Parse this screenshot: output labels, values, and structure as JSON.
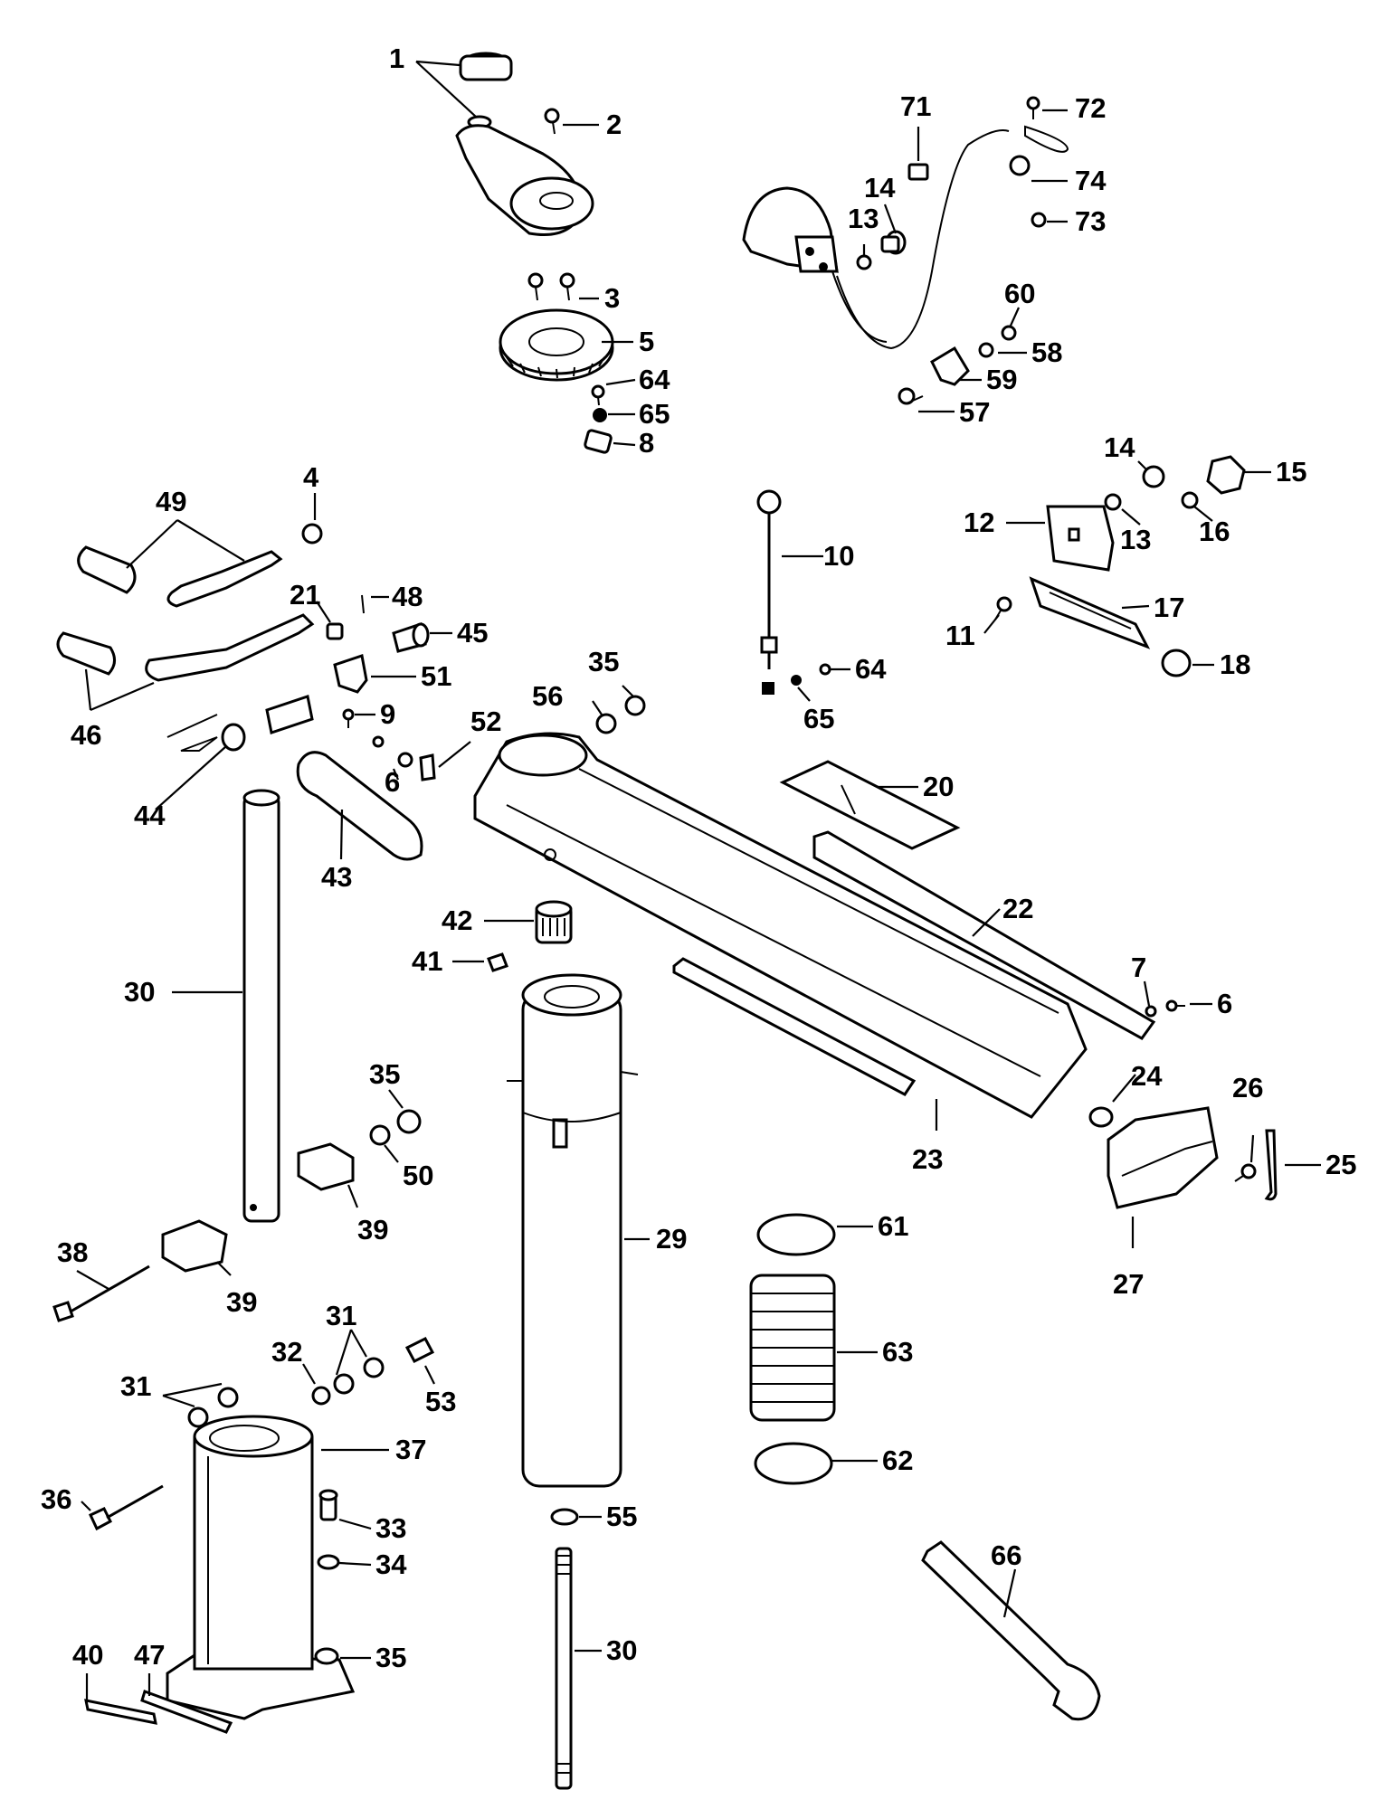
{
  "diagram": {
    "labels": [
      {
        "id": "1",
        "text": "1"
      },
      {
        "id": "2",
        "text": "2"
      },
      {
        "id": "3",
        "text": "3"
      },
      {
        "id": "5",
        "text": "5"
      },
      {
        "id": "64a",
        "text": "64"
      },
      {
        "id": "65a",
        "text": "65"
      },
      {
        "id": "8",
        "text": "8"
      },
      {
        "id": "71",
        "text": "71"
      },
      {
        "id": "72",
        "text": "72"
      },
      {
        "id": "74",
        "text": "74"
      },
      {
        "id": "73",
        "text": "73"
      },
      {
        "id": "14a",
        "text": "14"
      },
      {
        "id": "13a",
        "text": "13"
      },
      {
        "id": "60",
        "text": "60"
      },
      {
        "id": "58",
        "text": "58"
      },
      {
        "id": "59",
        "text": "59"
      },
      {
        "id": "57",
        "text": "57"
      },
      {
        "id": "14b",
        "text": "14"
      },
      {
        "id": "15",
        "text": "15"
      },
      {
        "id": "12",
        "text": "12"
      },
      {
        "id": "13b",
        "text": "13"
      },
      {
        "id": "16",
        "text": "16"
      },
      {
        "id": "17",
        "text": "17"
      },
      {
        "id": "11",
        "text": "11"
      },
      {
        "id": "18",
        "text": "18"
      },
      {
        "id": "4",
        "text": "4"
      },
      {
        "id": "49",
        "text": "49"
      },
      {
        "id": "21",
        "text": "21"
      },
      {
        "id": "48",
        "text": "48"
      },
      {
        "id": "45",
        "text": "45"
      },
      {
        "id": "51",
        "text": "51"
      },
      {
        "id": "46",
        "text": "46"
      },
      {
        "id": "9",
        "text": "9"
      },
      {
        "id": "52",
        "text": "52"
      },
      {
        "id": "6a",
        "text": "6"
      },
      {
        "id": "44",
        "text": "44"
      },
      {
        "id": "43",
        "text": "43"
      },
      {
        "id": "10",
        "text": "10"
      },
      {
        "id": "64b",
        "text": "64"
      },
      {
        "id": "65b",
        "text": "65"
      },
      {
        "id": "35a",
        "text": "35"
      },
      {
        "id": "56",
        "text": "56"
      },
      {
        "id": "20",
        "text": "20"
      },
      {
        "id": "22",
        "text": "22"
      },
      {
        "id": "7",
        "text": "7"
      },
      {
        "id": "6b",
        "text": "6"
      },
      {
        "id": "42",
        "text": "42"
      },
      {
        "id": "41",
        "text": "41"
      },
      {
        "id": "30a",
        "text": "30"
      },
      {
        "id": "24",
        "text": "24"
      },
      {
        "id": "26",
        "text": "26"
      },
      {
        "id": "25",
        "text": "25"
      },
      {
        "id": "23",
        "text": "23"
      },
      {
        "id": "27",
        "text": "27"
      },
      {
        "id": "35b",
        "text": "35"
      },
      {
        "id": "50",
        "text": "50"
      },
      {
        "id": "39a",
        "text": "39"
      },
      {
        "id": "29",
        "text": "29"
      },
      {
        "id": "61",
        "text": "61"
      },
      {
        "id": "38",
        "text": "38"
      },
      {
        "id": "39b",
        "text": "39"
      },
      {
        "id": "63",
        "text": "63"
      },
      {
        "id": "31a",
        "text": "31"
      },
      {
        "id": "32",
        "text": "32"
      },
      {
        "id": "53",
        "text": "53"
      },
      {
        "id": "31b",
        "text": "31"
      },
      {
        "id": "37",
        "text": "37"
      },
      {
        "id": "62",
        "text": "62"
      },
      {
        "id": "36",
        "text": "36"
      },
      {
        "id": "33",
        "text": "33"
      },
      {
        "id": "55",
        "text": "55"
      },
      {
        "id": "34",
        "text": "34"
      },
      {
        "id": "66",
        "text": "66"
      },
      {
        "id": "30b",
        "text": "30"
      },
      {
        "id": "40",
        "text": "40"
      },
      {
        "id": "47",
        "text": "47"
      },
      {
        "id": "35c",
        "text": "35"
      }
    ]
  }
}
